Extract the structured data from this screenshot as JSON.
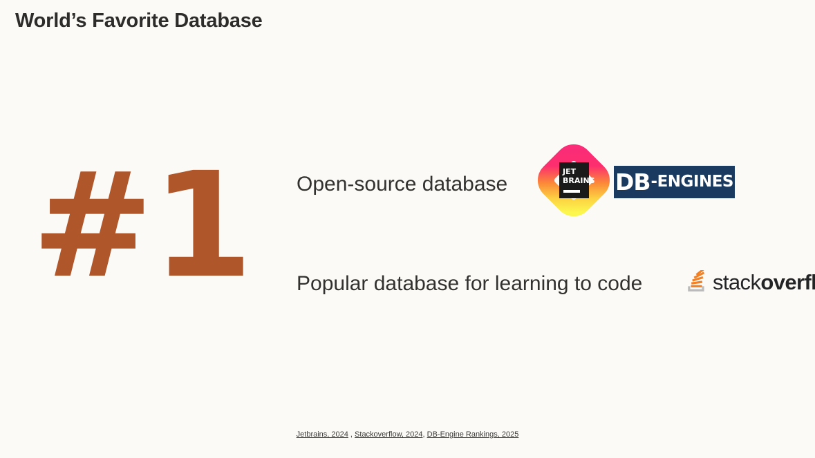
{
  "slide": {
    "title": "World’s Favorite Database",
    "background_color": "#FCFAF7",
    "accent_color": "#B0562B",
    "rank_badge": "#1"
  },
  "statements": [
    {
      "text": "Open-source database",
      "logos": [
        "jetbrains-logo",
        "db-engines-logo"
      ]
    },
    {
      "text": "Popular database for learning to code",
      "logos": [
        "stackoverflow-logo"
      ]
    }
  ],
  "logos": {
    "jetbrains": {
      "name": "jetbrains-logo",
      "line1": "JET",
      "line2": "BRAINS",
      "gradient_from": "#FC2C7C",
      "gradient_to": "#FCF84A",
      "box_color": "#1A1A1A"
    },
    "db_engines": {
      "name": "db-engines-logo",
      "db": "DB",
      "engines": "-ENGINES",
      "background_color": "#1B3A5F",
      "text_color": "#FFFFFF"
    },
    "stackoverflow": {
      "name": "stackoverflow-logo",
      "word_light": "stack",
      "word_bold": "overflow",
      "icon_color": "#F48024",
      "tray_color": "#BCBBBB",
      "text_color": "#222426"
    }
  },
  "footer": {
    "citations": [
      {
        "label": "Jetbrains, 2024"
      },
      {
        "label": "Stackoverflow, 2024"
      },
      {
        "label": "DB-Engine Rankings, 2025"
      }
    ],
    "separator_1": " , ",
    "separator_2": ", "
  }
}
